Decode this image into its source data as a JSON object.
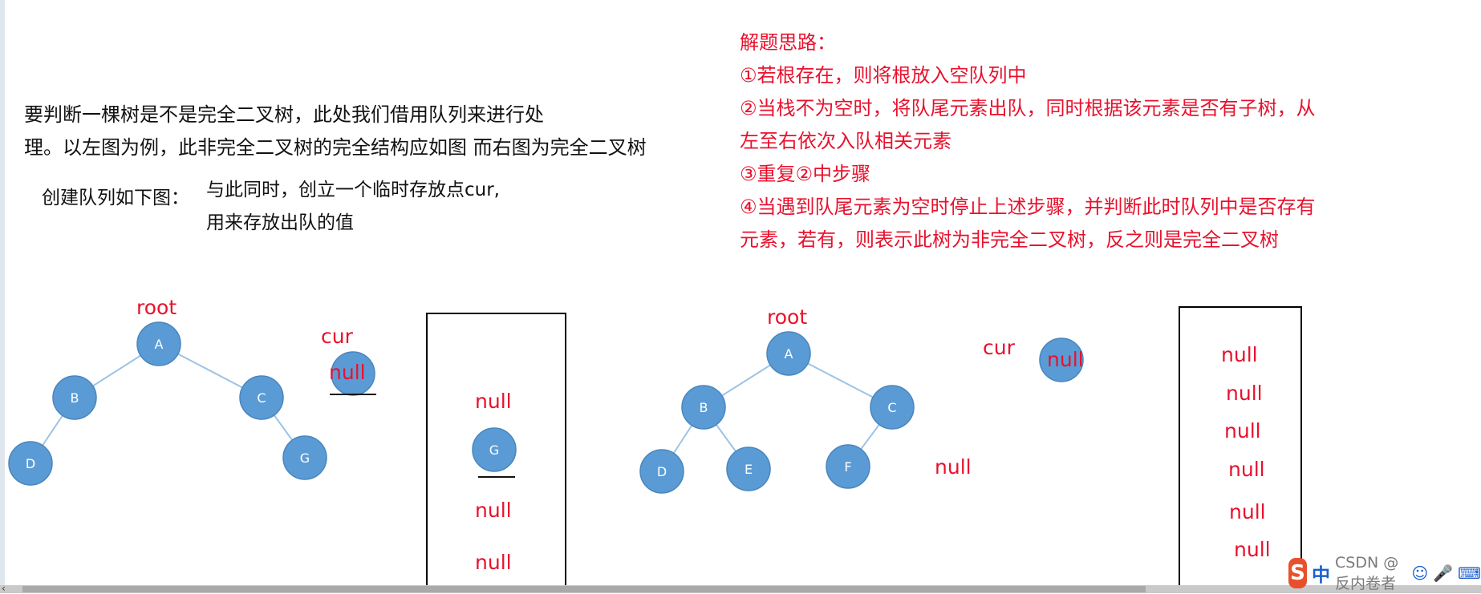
{
  "intro": {
    "line1": "要判断一棵树是不是完全二叉树，此处我们借用队列来进行处",
    "line2": "理。以左图为例，此非完全二叉树的完全结构应如图 而右图为完全二叉树",
    "queue_create": "创建队列如下图：",
    "cur_line1": "与此同时，创立一个临时存放点cur,",
    "cur_line2": "用来存放出队的值"
  },
  "solution": {
    "title": "解题思路：",
    "step1": "①若根存在，则将根放入空队列中",
    "step2a": "②当栈不为空时，将队尾元素出队，同时根据该元素是否有子树，从",
    "step2b": "左至右依次入队相关元素",
    "step3": "③重复②中步骤",
    "step4a": "④当遇到队尾元素为空时停止上述步骤，并判断此时队列中是否存有",
    "step4b": "元素，若有，则表示此树为非完全二叉树，反之则是完全二叉树"
  },
  "left_tree": {
    "root_label": "root",
    "cur_label": "cur",
    "cur_value": "null",
    "nodes": [
      "A",
      "B",
      "C",
      "D",
      "G"
    ],
    "queue": [
      "null",
      "G",
      "null",
      "null"
    ]
  },
  "right_tree": {
    "root_label": "root",
    "cur_label": "cur",
    "cur_value": "null",
    "nodes": [
      "A",
      "B",
      "C",
      "D",
      "E",
      "F"
    ],
    "side_null": "null",
    "queue": [
      "null",
      "null",
      "null",
      "null",
      "null",
      "null"
    ]
  },
  "taskbar": {
    "ime_logo": "S",
    "ime_mode": "中",
    "watermark": "CSDN @反内卷者",
    "icons": [
      "punctuation-icon",
      "emoji-icon",
      "microphone-icon",
      "keyboard-icon"
    ]
  },
  "colors": {
    "node_fill": "#5b9bd5",
    "node_edge": "#9dc3e6",
    "note_red": "#e8112d"
  }
}
